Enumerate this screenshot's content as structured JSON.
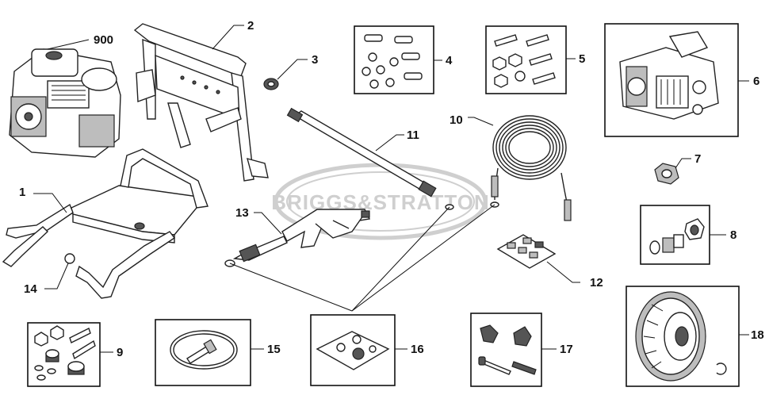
{
  "watermark": {
    "brand_text": "BRIGGS&STRATTON"
  },
  "callouts": {
    "c900": "900",
    "c1": "1",
    "c2": "2",
    "c3": "3",
    "c4": "4",
    "c5": "5",
    "c6": "6",
    "c7": "7",
    "c8": "8",
    "c9": "9",
    "c10": "10",
    "c11": "11",
    "c12": "12",
    "c13": "13",
    "c14": "14",
    "c15": "15",
    "c16": "16",
    "c17": "17",
    "c18": "18"
  }
}
